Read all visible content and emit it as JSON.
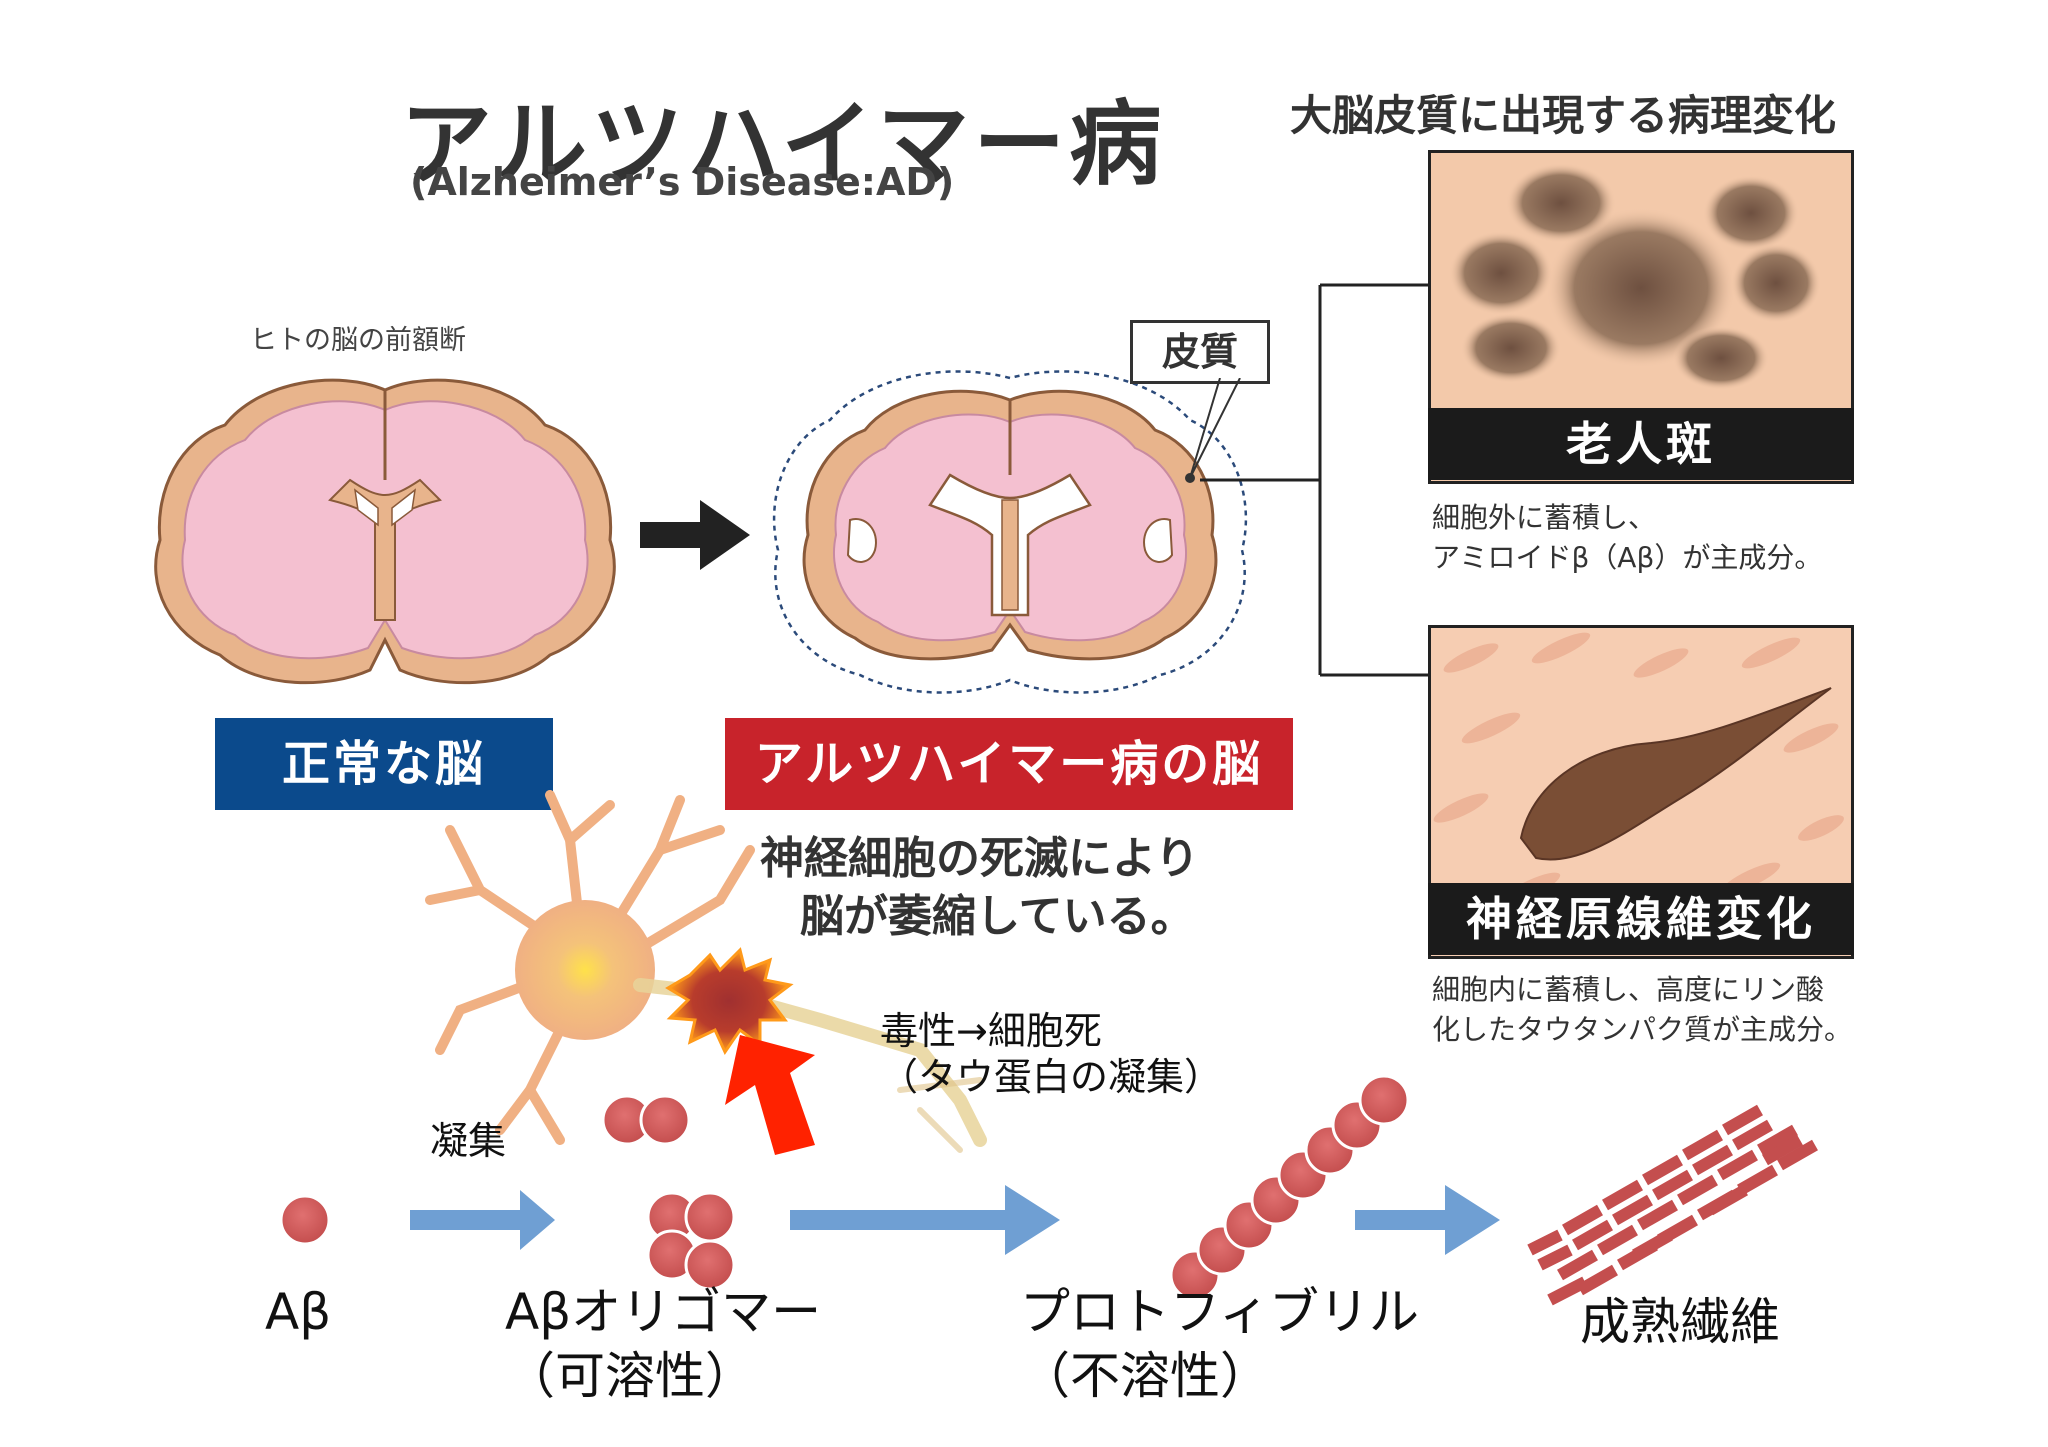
{
  "title": "アルツハイマー病",
  "subtitle": "(Alzheimer’s Disease:AD)",
  "right_heading": "大脳皮質に出現する病理変化",
  "section_label": "ヒトの脳の前額断",
  "cortex_label": "皮質",
  "normal_brain_label": "正常な脳",
  "ad_brain_label": "アルツハイマー病の脳",
  "atrophy_desc": [
    "神経細胞の死滅により",
    "脳が萎縮している。"
  ],
  "plaque": {
    "label": "老人斑",
    "desc": [
      "細胞外に蓄積し、",
      "アミロイドβ（Aβ）が主成分。"
    ]
  },
  "tangle": {
    "label": "神経原線維変化",
    "desc": [
      "細胞内に蓄積し、高度にリン酸",
      "化したタウタンパク質が主成分。"
    ]
  },
  "toxicity": [
    "毒性→細胞死",
    "（タウ蛋白の凝集）"
  ],
  "aggregation_label": "凝集",
  "stages": {
    "monomer": "Aβ",
    "oligomer": [
      "Aβオリゴマー",
      "（可溶性）"
    ],
    "protofibril": [
      "プロトフィブリル",
      "（不溶性）"
    ],
    "fibril": "成熟繊維"
  },
  "colors": {
    "normal_tag": "#0b4a8c",
    "ad_tag": "#c8232b",
    "brain_pink": "#f4c0d0",
    "brain_tan": "#e8b48c",
    "abeta": "#d35a5a",
    "arrow_blue": "#6f9fd3",
    "toxic_arrow": "#ff2200",
    "neuron": "#f0b083"
  }
}
